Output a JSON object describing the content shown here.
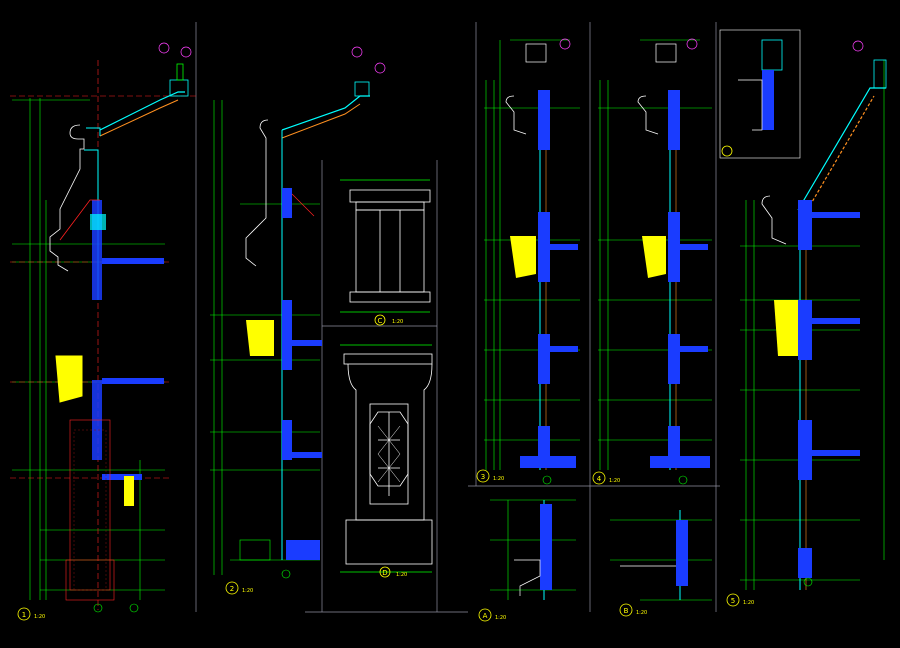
{
  "drawing": {
    "background": "#000000",
    "palette": {
      "green": "#00ff00",
      "cyan": "#00ffff",
      "blue": "#3060ff",
      "white": "#ffffff",
      "yellow": "#ffff00",
      "red": "#ff2020",
      "magenta": "#ff40ff",
      "orange": "#ff9020",
      "grey": "#9090a0"
    },
    "details": [
      {
        "id": "detail-1",
        "number": "1",
        "scale": "1:20"
      },
      {
        "id": "detail-2",
        "number": "2",
        "scale": "1:20"
      },
      {
        "id": "detail-3",
        "number": "3",
        "scale": "1:20"
      },
      {
        "id": "detail-4",
        "number": "4",
        "scale": "1:20"
      },
      {
        "id": "detail-5",
        "number": "5",
        "scale": "1:20"
      },
      {
        "id": "detail-a",
        "number": "A",
        "scale": "1:20"
      },
      {
        "id": "detail-b",
        "number": "B",
        "scale": "1:20"
      },
      {
        "id": "detail-c",
        "number": "C",
        "scale": "1:20"
      },
      {
        "id": "detail-d",
        "number": "D",
        "scale": "1:20"
      }
    ]
  }
}
